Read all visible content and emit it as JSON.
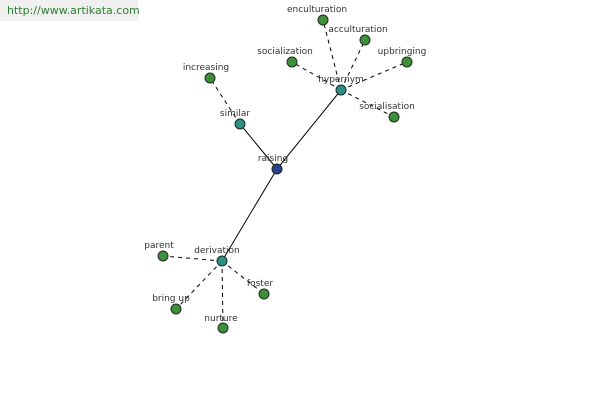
{
  "site_url": "http://www.artikata.com",
  "graph": {
    "colors": {
      "root_fill": "#2b3f8f",
      "hub_fill": "#2e8f86",
      "leaf_fill": "#3f8f3a",
      "node_stroke": "#1f2a1f",
      "edge": "#000000"
    },
    "nodes": [
      {
        "id": "raising",
        "label": "raising",
        "kind": "root"
      },
      {
        "id": "hypernym",
        "label": "hypernym",
        "kind": "hub"
      },
      {
        "id": "similar",
        "label": "similar",
        "kind": "hub"
      },
      {
        "id": "derivation",
        "label": "derivation",
        "kind": "hub"
      },
      {
        "id": "enculturation",
        "label": "enculturation",
        "kind": "leaf"
      },
      {
        "id": "acculturation",
        "label": "acculturation",
        "kind": "leaf"
      },
      {
        "id": "socialization",
        "label": "socialization",
        "kind": "leaf"
      },
      {
        "id": "upbringing",
        "label": "upbringing",
        "kind": "leaf"
      },
      {
        "id": "socialisation",
        "label": "socialisation",
        "kind": "leaf"
      },
      {
        "id": "increasing",
        "label": "increasing",
        "kind": "leaf"
      },
      {
        "id": "parent",
        "label": "parent",
        "kind": "leaf"
      },
      {
        "id": "bring_up",
        "label": "bring up",
        "kind": "leaf"
      },
      {
        "id": "nurture",
        "label": "nurture",
        "kind": "leaf"
      },
      {
        "id": "foster",
        "label": "foster",
        "kind": "leaf"
      }
    ],
    "edges": [
      {
        "from": "raising",
        "to": "hypernym",
        "style": "solid"
      },
      {
        "from": "raising",
        "to": "similar",
        "style": "solid"
      },
      {
        "from": "raising",
        "to": "derivation",
        "style": "solid"
      },
      {
        "from": "hypernym",
        "to": "enculturation",
        "style": "dashed"
      },
      {
        "from": "hypernym",
        "to": "acculturation",
        "style": "dashed"
      },
      {
        "from": "hypernym",
        "to": "socialization",
        "style": "dashed"
      },
      {
        "from": "hypernym",
        "to": "upbringing",
        "style": "dashed"
      },
      {
        "from": "hypernym",
        "to": "socialisation",
        "style": "dashed"
      },
      {
        "from": "similar",
        "to": "increasing",
        "style": "dashed"
      },
      {
        "from": "derivation",
        "to": "parent",
        "style": "dashed"
      },
      {
        "from": "derivation",
        "to": "bring_up",
        "style": "dashed"
      },
      {
        "from": "derivation",
        "to": "nurture",
        "style": "dashed"
      },
      {
        "from": "derivation",
        "to": "foster",
        "style": "dashed"
      }
    ]
  }
}
